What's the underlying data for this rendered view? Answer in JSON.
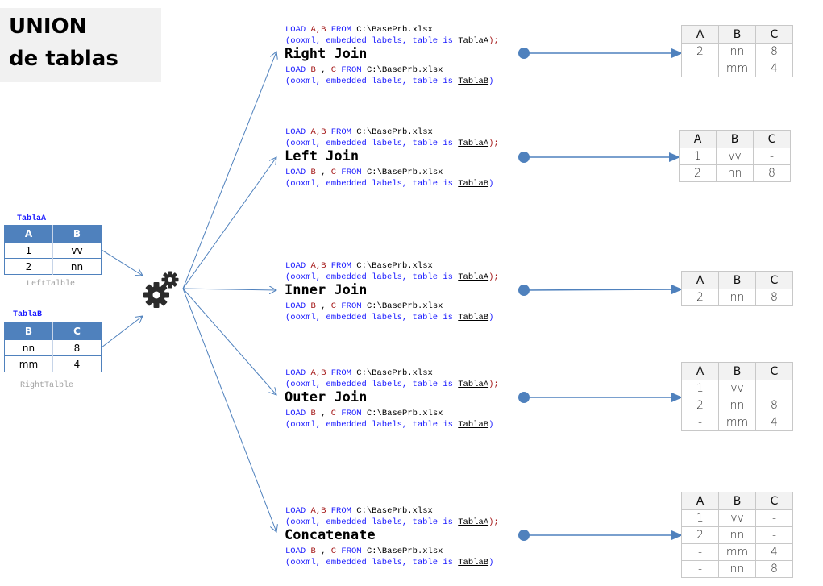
{
  "title": {
    "line1": "UNION",
    "line2": "de tablas"
  },
  "colors": {
    "accent": "#4f81bd",
    "keyword": "#1a1aff",
    "field": "#a31515",
    "title_bg": "#f1f1f1"
  },
  "source_tables": [
    {
      "name": "TablaA",
      "caption": "LeftTalble",
      "columns": [
        "A",
        "B"
      ],
      "rows": [
        [
          "1",
          "vv"
        ],
        [
          "2",
          "nn"
        ]
      ]
    },
    {
      "name": "TablaB",
      "caption": "RightTalble",
      "columns": [
        "B",
        "C"
      ],
      "rows": [
        [
          "nn",
          "8"
        ],
        [
          "mm",
          "4"
        ]
      ]
    }
  ],
  "processor_icon": "gears-icon",
  "code": {
    "load": "LOAD",
    "from": "FROM",
    "path": "C:\\BasePrb.xlsx",
    "fields_a": "A,B",
    "fields_b1": "B",
    "fields_b_sep": ",",
    "fields_b2": "C",
    "opts": "(ooxml, embedded labels, table is",
    "table_a": "TablaA",
    "table_b": "TablaB",
    "end_a": ");",
    "end_b": ")"
  },
  "joins": [
    {
      "label": "Right Join",
      "result": {
        "columns": [
          "A",
          "B",
          "C"
        ],
        "rows": [
          [
            "2",
            "nn",
            "8"
          ],
          [
            "-",
            "mm",
            "4"
          ]
        ]
      }
    },
    {
      "label": "Left Join",
      "result": {
        "columns": [
          "A",
          "B",
          "C"
        ],
        "rows": [
          [
            "1",
            "vv",
            "-"
          ],
          [
            "2",
            "nn",
            "8"
          ]
        ]
      }
    },
    {
      "label": "Inner Join",
      "result": {
        "columns": [
          "A",
          "B",
          "C"
        ],
        "rows": [
          [
            "2",
            "nn",
            "8"
          ]
        ]
      }
    },
    {
      "label": "Outer Join",
      "result": {
        "columns": [
          "A",
          "B",
          "C"
        ],
        "rows": [
          [
            "1",
            "vv",
            "-"
          ],
          [
            "2",
            "nn",
            "8"
          ],
          [
            "-",
            "mm",
            "4"
          ]
        ]
      }
    },
    {
      "label": "Concatenate",
      "result": {
        "columns": [
          "A",
          "B",
          "C"
        ],
        "rows": [
          [
            "1",
            "vv",
            "-"
          ],
          [
            "2",
            "nn",
            "-"
          ],
          [
            "-",
            "mm",
            "4"
          ],
          [
            "-",
            "nn",
            "8"
          ]
        ]
      }
    }
  ]
}
